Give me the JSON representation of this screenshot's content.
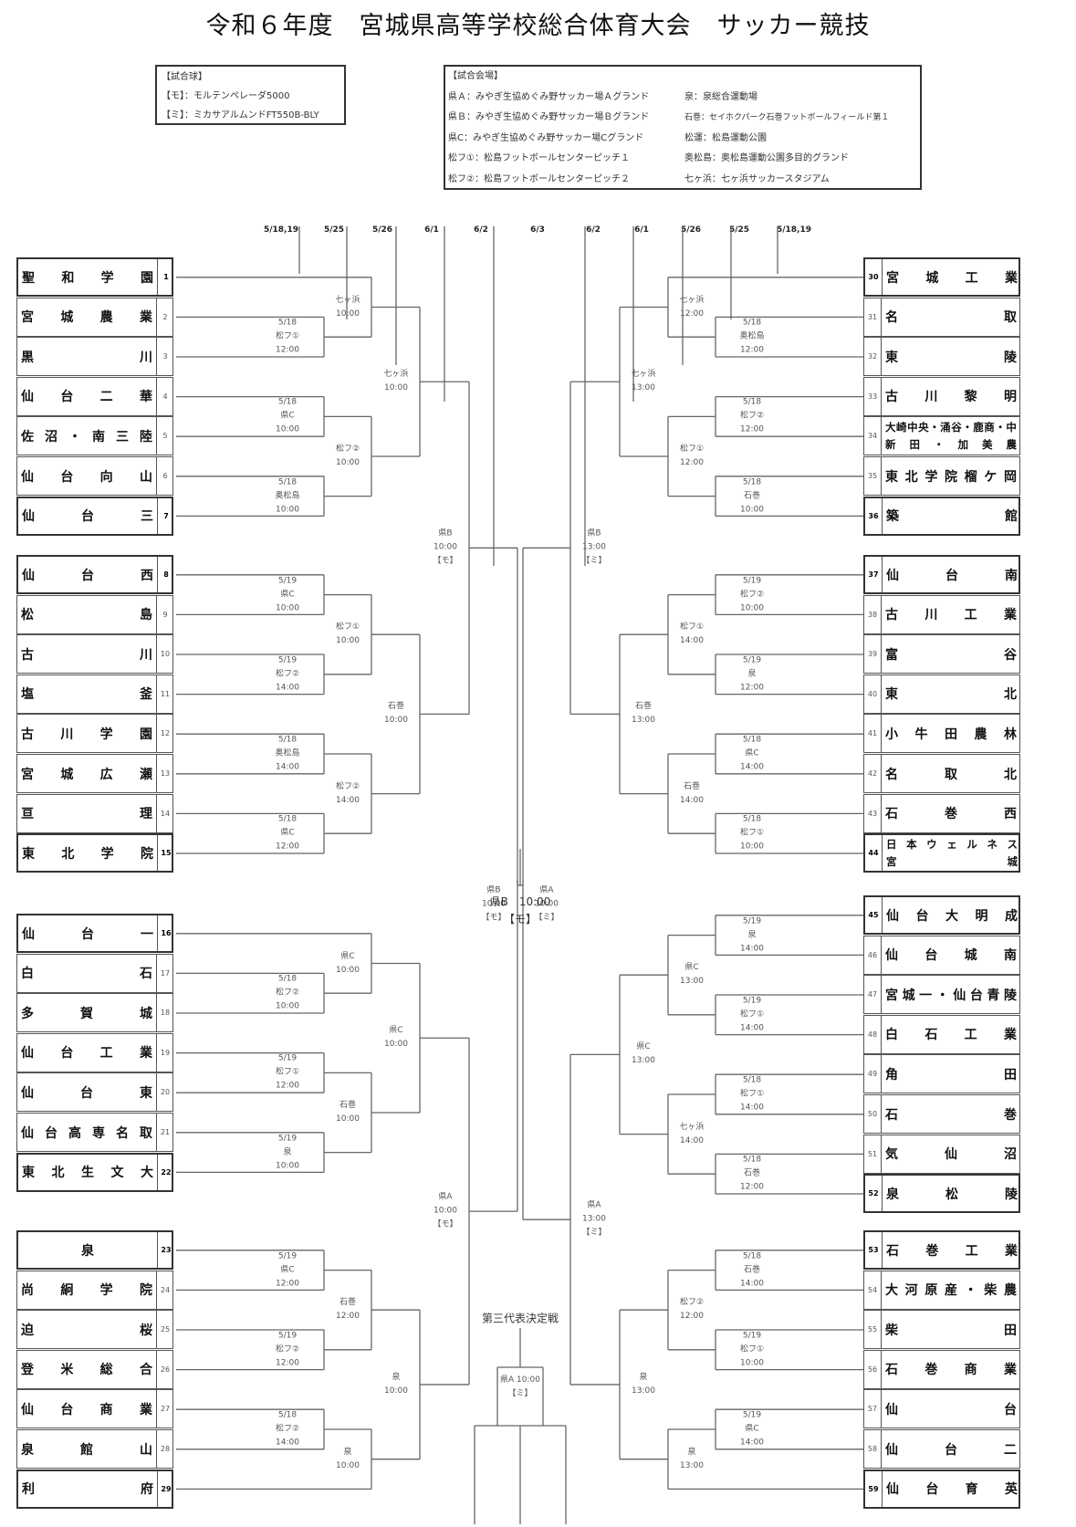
{
  "title": "令和６年度　宮城県高等学校総合体育大会　サッカー競技",
  "match_balls": {
    "heading": "【試合球】",
    "items": [
      "【モ】：モルテンペレーダ5000",
      "【ミ】：ミカサアルムンドFT550B-BLY"
    ]
  },
  "venues": {
    "heading": "【試合会場】",
    "left": [
      "県Ａ：みやぎ生協めぐみ野サッカー場Ａグランド",
      "県Ｂ：みやぎ生協めぐみ野サッカー場Ｂグランド",
      "県C：みやぎ生協めぐみ野サッカー場Cグランド",
      "松フ①：松島フットボールセンターピッチ１",
      "松フ②：松島フットボールセンターピッチ２"
    ],
    "right": [
      "泉：泉総合運動場",
      "石巻：セイホクパーク石巻フットボールフィールド第１",
      "松運：松島運動公園",
      "奥松島：奥松島運動公園多目的グランド",
      "七ヶ浜：七ヶ浜サッカースタジアム"
    ]
  },
  "round_dates": {
    "left": [
      "5/18,19",
      "5/25",
      "5/26",
      "6/1",
      "6/2"
    ],
    "center": "6/3",
    "right": [
      "6/2",
      "6/1",
      "5/26",
      "5/25",
      "5/18,19"
    ]
  },
  "teams_left": [
    {
      "no": "1",
      "name": "聖和学園",
      "seed": true
    },
    {
      "no": "2",
      "name": "宮城農業"
    },
    {
      "no": "3",
      "name": "黒川"
    },
    {
      "no": "4",
      "name": "仙台二華"
    },
    {
      "no": "5",
      "name": "佐沼・南三陸"
    },
    {
      "no": "6",
      "name": "仙台向山"
    },
    {
      "no": "7",
      "name": "仙台三",
      "seed": true
    },
    {
      "no": "8",
      "name": "仙台西",
      "seed": true
    },
    {
      "no": "9",
      "name": "松島"
    },
    {
      "no": "10",
      "name": "古川"
    },
    {
      "no": "11",
      "name": "塩釜"
    },
    {
      "no": "12",
      "name": "古川学園"
    },
    {
      "no": "13",
      "name": "宮城広瀬"
    },
    {
      "no": "14",
      "name": "亘理"
    },
    {
      "no": "15",
      "name": "東北学院",
      "seed": true
    },
    {
      "no": "16",
      "name": "仙台一",
      "seed": true
    },
    {
      "no": "17",
      "name": "白石"
    },
    {
      "no": "18",
      "name": "多賀城"
    },
    {
      "no": "19",
      "name": "仙台工業"
    },
    {
      "no": "20",
      "name": "仙台東"
    },
    {
      "no": "21",
      "name": "仙台高専名取"
    },
    {
      "no": "22",
      "name": "東北生文大",
      "seed": true
    },
    {
      "no": "23",
      "name": "泉",
      "seed": true,
      "center": true
    },
    {
      "no": "24",
      "name": "尚絅学院"
    },
    {
      "no": "25",
      "name": "迫桜"
    },
    {
      "no": "26",
      "name": "登米総合"
    },
    {
      "no": "27",
      "name": "仙台商業"
    },
    {
      "no": "28",
      "name": "泉館山"
    },
    {
      "no": "29",
      "name": "利府",
      "seed": true
    }
  ],
  "teams_right": [
    {
      "no": "30",
      "name": "宮城工業",
      "seed": true
    },
    {
      "no": "31",
      "name": "名取"
    },
    {
      "no": "32",
      "name": "東陵"
    },
    {
      "no": "33",
      "name": "古川黎明"
    },
    {
      "no": "34",
      "name": "大崎中央・涌谷・鹿島台商・中新田・加美農",
      "lines": [
        "大崎中央・涌谷・鹿商・中",
        "新田・加美農"
      ]
    },
    {
      "no": "35",
      "name": "東北学院榴ケ岡"
    },
    {
      "no": "36",
      "name": "築館",
      "seed": true
    },
    {
      "no": "37",
      "name": "仙台南",
      "seed": true
    },
    {
      "no": "38",
      "name": "古川工業"
    },
    {
      "no": "39",
      "name": "富谷"
    },
    {
      "no": "40",
      "name": "東北"
    },
    {
      "no": "41",
      "name": "小牛田農林"
    },
    {
      "no": "42",
      "name": "名取北"
    },
    {
      "no": "43",
      "name": "石巻西"
    },
    {
      "no": "44",
      "name": "日本ウェルネス宮城",
      "seed": true,
      "lines": [
        "日本ウェルネス",
        "宮城"
      ]
    },
    {
      "no": "45",
      "name": "仙台大明成",
      "seed": true
    },
    {
      "no": "46",
      "name": "仙台城南"
    },
    {
      "no": "47",
      "name": "宮城一・仙台青陵"
    },
    {
      "no": "48",
      "name": "白石工業"
    },
    {
      "no": "49",
      "name": "角田"
    },
    {
      "no": "50",
      "name": "石巻"
    },
    {
      "no": "51",
      "name": "気仙沼"
    },
    {
      "no": "52",
      "name": "泉松陵",
      "seed": true
    },
    {
      "no": "53",
      "name": "石巻工業",
      "seed": true
    },
    {
      "no": "54",
      "name": "大河原産・柴農"
    },
    {
      "no": "55",
      "name": "柴田"
    },
    {
      "no": "56",
      "name": "石巻商業"
    },
    {
      "no": "57",
      "name": "仙台"
    },
    {
      "no": "58",
      "name": "仙台二"
    },
    {
      "no": "59",
      "name": "仙台育英",
      "seed": true
    }
  ],
  "matches_left": {
    "r1": [
      {
        "pair": [
          2,
          3
        ],
        "date": "5/18",
        "venue": "松フ①",
        "time": "12:00"
      },
      {
        "pair": [
          4,
          5
        ],
        "date": "5/18",
        "venue": "県C",
        "time": "10:00"
      },
      {
        "pair": [
          6,
          7
        ],
        "date": "5/18",
        "venue": "奥松島",
        "time": "10:00"
      },
      {
        "pair": [
          8,
          9
        ],
        "date": "5/19",
        "venue": "県C",
        "time": "10:00"
      },
      {
        "pair": [
          10,
          11
        ],
        "date": "5/19",
        "venue": "松フ②",
        "time": "14:00"
      },
      {
        "pair": [
          12,
          13
        ],
        "date": "5/18",
        "venue": "奥松島",
        "time": "14:00"
      },
      {
        "pair": [
          14,
          15
        ],
        "date": "5/18",
        "venue": "県C",
        "time": "12:00"
      },
      {
        "pair": [
          17,
          18
        ],
        "date": "5/18",
        "venue": "松フ②",
        "time": "10:00"
      },
      {
        "pair": [
          19,
          20
        ],
        "date": "5/19",
        "venue": "松フ①",
        "time": "12:00"
      },
      {
        "pair": [
          21,
          22
        ],
        "date": "5/19",
        "venue": "泉",
        "time": "10:00"
      },
      {
        "pair": [
          23,
          24
        ],
        "date": "5/19",
        "venue": "県C",
        "time": "12:00"
      },
      {
        "pair": [
          25,
          26
        ],
        "date": "5/19",
        "venue": "松フ②",
        "time": "12:00"
      },
      {
        "pair": [
          27,
          28
        ],
        "date": "5/18",
        "venue": "松フ②",
        "time": "14:00"
      }
    ],
    "r2": [
      {
        "venue": "七ヶ浜",
        "time": "10:00"
      },
      {
        "venue": "松フ②",
        "time": "10:00"
      },
      {
        "venue": "松フ①",
        "time": "10:00"
      },
      {
        "venue": "松フ②",
        "time": "14:00"
      },
      {
        "venue": "県C",
        "time": "10:00"
      },
      {
        "venue": "石巻",
        "time": "10:00"
      },
      {
        "venue": "石巻",
        "time": "12:00"
      },
      {
        "venue": "泉",
        "time": "10:00"
      }
    ],
    "r3": [
      {
        "venue": "七ヶ浜",
        "time": "10:00"
      },
      {
        "venue": "石巻",
        "time": "10:00"
      },
      {
        "venue": "県C",
        "time": "10:00"
      },
      {
        "venue": "泉",
        "time": "10:00"
      }
    ],
    "r4": [
      {
        "venue": "県B",
        "time": "10:00",
        "ball": "【モ】"
      },
      {
        "venue": "県A",
        "time": "10:00",
        "ball": "【モ】"
      }
    ],
    "semi": {
      "venue": "県B",
      "time": "10:00",
      "ball": "【モ】"
    }
  },
  "matches_right": {
    "r1": [
      {
        "pair": [
          31,
          32
        ],
        "date": "5/18",
        "venue": "奥松島",
        "time": "12:00"
      },
      {
        "pair": [
          33,
          34
        ],
        "date": "5/18",
        "venue": "松フ②",
        "time": "12:00"
      },
      {
        "pair": [
          35,
          36
        ],
        "date": "5/18",
        "venue": "石巻",
        "time": "10:00"
      },
      {
        "pair": [
          37,
          38
        ],
        "date": "5/19",
        "venue": "松フ②",
        "time": "10:00"
      },
      {
        "pair": [
          39,
          40
        ],
        "date": "5/19",
        "venue": "泉",
        "time": "12:00"
      },
      {
        "pair": [
          41,
          42
        ],
        "date": "5/18",
        "venue": "県C",
        "time": "14:00"
      },
      {
        "pair": [
          43,
          44
        ],
        "date": "5/18",
        "venue": "松フ①",
        "time": "10:00"
      },
      {
        "pair": [
          45,
          46
        ],
        "date": "5/19",
        "venue": "泉",
        "time": "14:00"
      },
      {
        "pair": [
          47,
          48
        ],
        "date": "5/19",
        "venue": "松フ①",
        "time": "14:00"
      },
      {
        "pair": [
          49,
          50
        ],
        "date": "5/18",
        "venue": "松フ①",
        "time": "14:00"
      },
      {
        "pair": [
          51,
          52
        ],
        "date": "5/18",
        "venue": "石巻",
        "time": "12:00"
      },
      {
        "pair": [
          53,
          54
        ],
        "date": "5/18",
        "venue": "石巻",
        "time": "14:00"
      },
      {
        "pair": [
          55,
          56
        ],
        "date": "5/19",
        "venue": "松フ①",
        "time": "10:00"
      },
      {
        "pair": [
          57,
          58
        ],
        "date": "5/19",
        "venue": "県C",
        "time": "14:00"
      }
    ],
    "r2": [
      {
        "venue": "七ヶ浜",
        "time": "12:00"
      },
      {
        "venue": "松フ①",
        "time": "12:00"
      },
      {
        "venue": "松フ①",
        "time": "14:00"
      },
      {
        "venue": "石巻",
        "time": "14:00"
      },
      {
        "venue": "県C",
        "time": "13:00"
      },
      {
        "venue": "七ヶ浜",
        "time": "14:00"
      },
      {
        "venue": "松フ②",
        "time": "12:00"
      },
      {
        "venue": "泉",
        "time": "13:00"
      }
    ],
    "r3": [
      {
        "venue": "七ヶ浜",
        "time": "13:00"
      },
      {
        "venue": "石巻",
        "time": "13:00"
      },
      {
        "venue": "県C",
        "time": "13:00"
      },
      {
        "venue": "泉",
        "time": "13:00"
      }
    ],
    "r4": [
      {
        "venue": "県B",
        "time": "13:00",
        "ball": "【ミ】"
      },
      {
        "venue": "県A",
        "time": "13:00",
        "ball": "【ミ】"
      }
    ],
    "semi": {
      "venue": "県A",
      "time": "10:00",
      "ball": "【ミ】"
    }
  },
  "final": {
    "label": "県B　10:00",
    "ball": "【モ】"
  },
  "third_place": {
    "label": "第三代表決定戦",
    "venue_time": "県A 10:00",
    "ball": "【ミ】"
  }
}
